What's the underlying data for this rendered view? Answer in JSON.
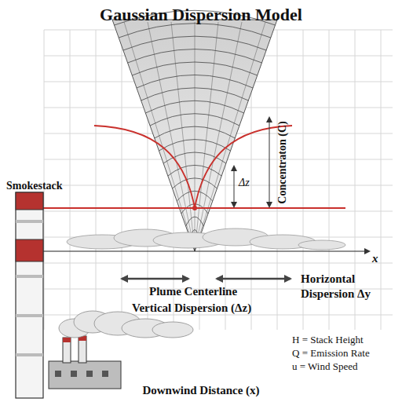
{
  "diagram": {
    "title": "Gaussian Dispersion Model",
    "labels": [
      "Smokestack",
      "Δz",
      "Concentraton (C)",
      "x",
      "Plume Centerline",
      "Vertical Dispersion (Δz)",
      "Horizontal Dispersion Δy",
      "H = Stack Height",
      "Q = Emission Rate",
      "u = Wind Speed",
      "Downwind Distance (x)"
    ]
  }
}
